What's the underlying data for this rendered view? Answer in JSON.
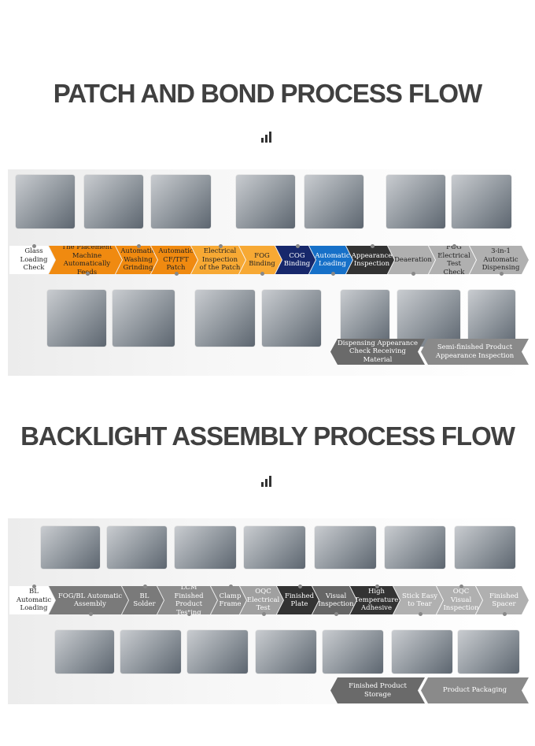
{
  "sections": [
    {
      "title": "PATCH AND BOND PROCESS FLOW",
      "steps": [
        {
          "label": "Glass Loading Check",
          "color": "#ffffff",
          "text": "#222"
        },
        {
          "label": "The Placement Machine Automatically Feeds",
          "color": "#f08a10",
          "text": "#222"
        },
        {
          "label": "Automatic Washing Grinding",
          "color": "#f08a10",
          "text": "#222"
        },
        {
          "label": "Automatic CF/TFT Patch",
          "color": "#f08a10",
          "text": "#222"
        },
        {
          "label": "Electrical Inspection of the Patch",
          "color": "#f7a934",
          "text": "#222"
        },
        {
          "label": "FOG Binding",
          "color": "#f7a934",
          "text": "#222"
        },
        {
          "label": "COG Binding",
          "color": "#17286b",
          "text": "#fff"
        },
        {
          "label": "Automatic Loading",
          "color": "#1670c8",
          "text": "#fff"
        },
        {
          "label": "Appearance Inspection",
          "color": "#333333",
          "text": "#fff"
        },
        {
          "label": "Deaeration",
          "color": "#b0b0b0",
          "text": "#222"
        },
        {
          "label": "FOG Electrical Test Check",
          "color": "#b0b0b0",
          "text": "#222"
        },
        {
          "label": "3-in-1 Automatic Dispensing",
          "color": "#b0b0b0",
          "text": "#222"
        }
      ],
      "return_steps": [
        {
          "label": "Dispensing Appearance Check Receiving Material",
          "color": "#6a6a6a"
        },
        {
          "label": "Semi-finished Product Appearance Inspection",
          "color": "#8a8a8a"
        }
      ]
    },
    {
      "title": "BACKLIGHT ASSEMBLY PROCESS FLOW",
      "steps": [
        {
          "label": "BL Automatic Loading",
          "color": "#ffffff",
          "text": "#222"
        },
        {
          "label": "FOG/BL Automatic Assembly",
          "color": "#7a7a7a",
          "text": "#fff"
        },
        {
          "label": "BL Solder",
          "color": "#7a7a7a",
          "text": "#fff"
        },
        {
          "label": "LCM Finished Product Testing",
          "color": "#8c8c8c",
          "text": "#fff"
        },
        {
          "label": "Clamp Frame",
          "color": "#8c8c8c",
          "text": "#fff"
        },
        {
          "label": "OQC Electrical Test",
          "color": "#a0a0a0",
          "text": "#fff"
        },
        {
          "label": "Finished Plate",
          "color": "#333333",
          "text": "#fff"
        },
        {
          "label": "Visual Inspection",
          "color": "#666666",
          "text": "#fff"
        },
        {
          "label": "High Temperature Adhesive",
          "color": "#333333",
          "text": "#fff"
        },
        {
          "label": "Stick Easy to Tear",
          "color": "#b0b0b0",
          "text": "#fff"
        },
        {
          "label": "OQC Visual Inspection",
          "color": "#b0b0b0",
          "text": "#fff"
        },
        {
          "label": "Finished Spacer",
          "color": "#b0b0b0",
          "text": "#fff"
        }
      ],
      "return_steps": [
        {
          "label": "Finished Product Storage",
          "color": "#6a6a6a"
        },
        {
          "label": "Product Packaging",
          "color": "#8a8a8a"
        }
      ]
    }
  ]
}
